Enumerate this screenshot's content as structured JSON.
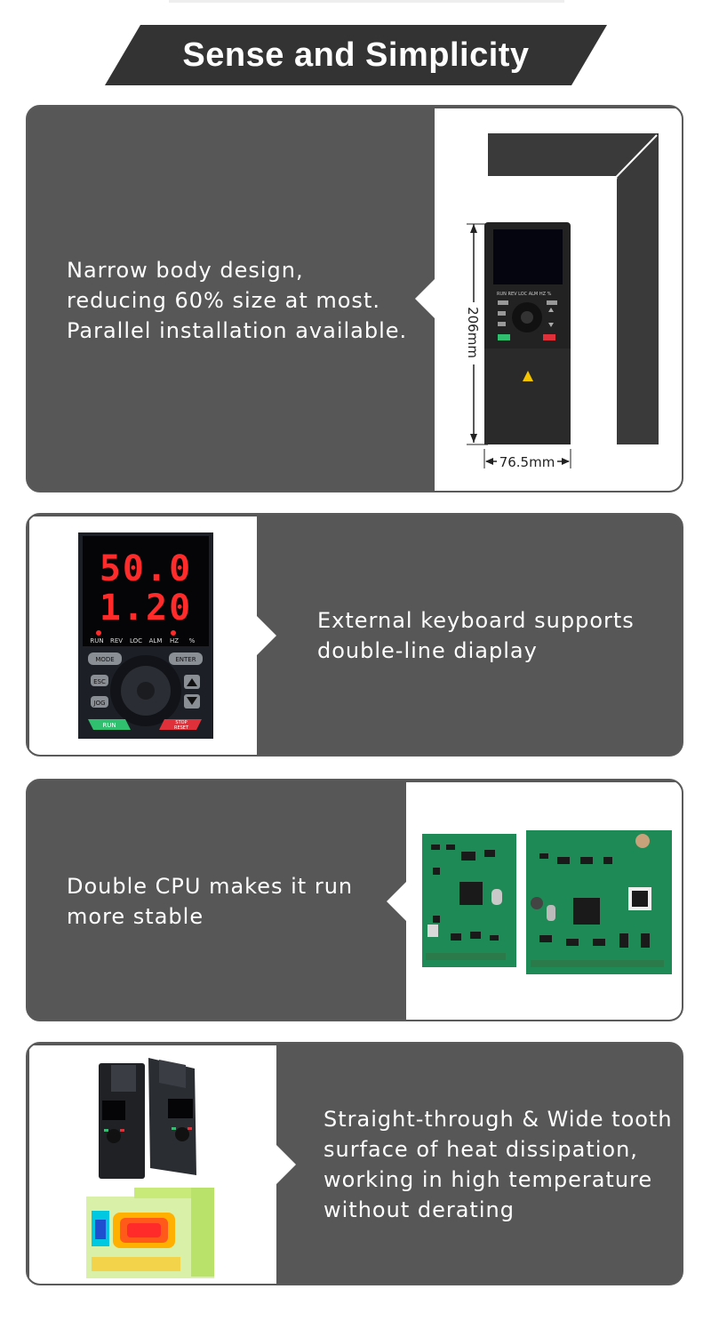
{
  "header": {
    "title": "Sense and Simplicity"
  },
  "features": [
    {
      "text": "Narrow body design,\nreducing 60% size at most.\nParallel installation available.",
      "dimensions": {
        "height": "206mm",
        "width": "76.5mm"
      }
    },
    {
      "text": "External keyboard supports\ndouble-line diaplay",
      "keypad": {
        "line1": "50.0",
        "line2": "1.20",
        "indicators": [
          "RUN",
          "REV",
          "LOC",
          "ALM",
          "HZ",
          "%"
        ],
        "keys": {
          "mode": "MODE",
          "enter": "ENTER",
          "esc": "ESC",
          "jog": "JOG",
          "run": "RUN",
          "stop": "STOP",
          "reset": "RESET"
        }
      }
    },
    {
      "text": "Double CPU makes it run\nmore stable"
    },
    {
      "text": "Straight-through & Wide tooth\nsurface of heat dissipation,\nworking in high temperature\nwithout derating"
    }
  ],
  "colors": {
    "panel": "#575757",
    "banner": "#333333",
    "text": "#ffffff",
    "pcb": "#1e8a55",
    "run_key": "#2fbf6f",
    "stop_key": "#e0303a"
  }
}
